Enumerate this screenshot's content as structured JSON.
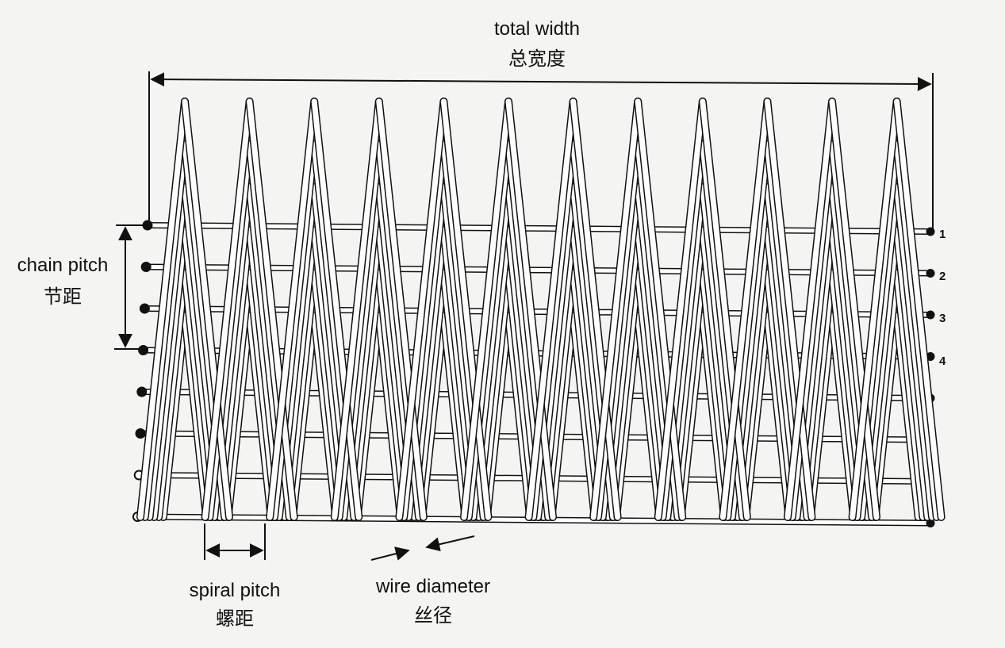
{
  "labels": {
    "total_width_en": "total width",
    "total_width_zh": "总宽度",
    "chain_pitch_en": "chain pitch",
    "chain_pitch_zh": "节距",
    "spiral_pitch_en": "spiral pitch",
    "spiral_pitch_zh": "螺距",
    "wire_diameter_en": "wire diameter",
    "wire_diameter_zh": "丝径"
  },
  "row_numbers": [
    "1",
    "2",
    "3",
    "4"
  ],
  "mesh": {
    "spiral_count": 12,
    "row_count": 8
  },
  "colors": {
    "wire_outline": "#111111",
    "wire_fill": "#ffffff",
    "background": "#f4f4f2"
  }
}
